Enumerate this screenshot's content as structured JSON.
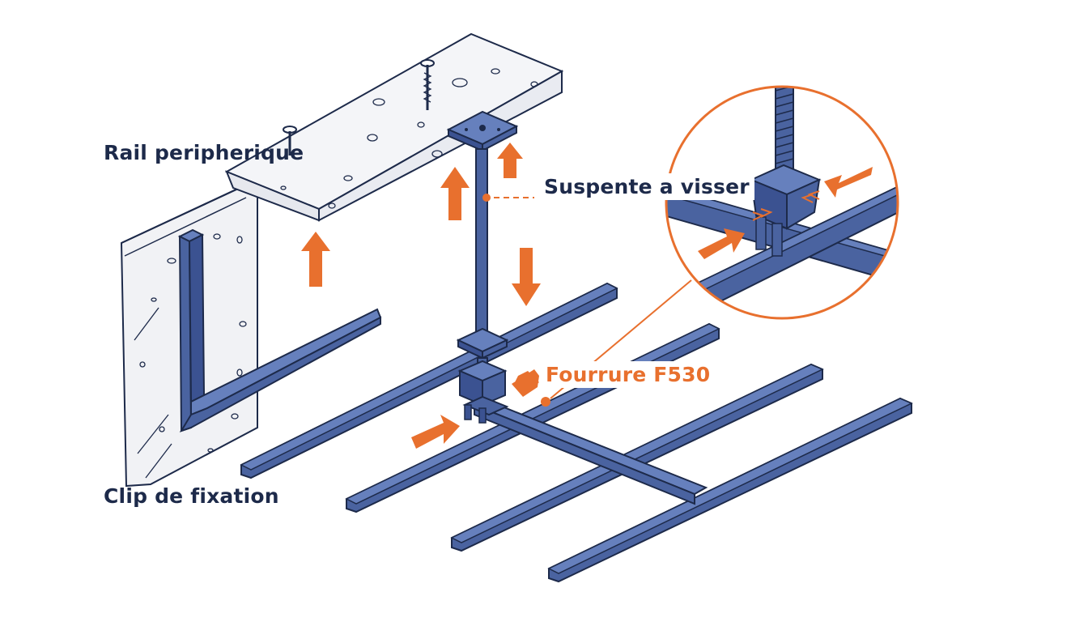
{
  "labels": {
    "rail_peripherique": "Rail peripherique",
    "suspente_a_visser": "Suspente a visser",
    "fourrure_f530": "Fourrure F530",
    "clip_de_fixation": "Clip de fixation"
  },
  "colors": {
    "label_dark": "#1d2a4a",
    "accent_orange": "#e8702e",
    "steel_blue": "#4a63a0",
    "steel_blue_top": "#6680bd",
    "outline": "#1d2a4a",
    "concrete": "#f1f2f5",
    "background": "#ffffff"
  }
}
